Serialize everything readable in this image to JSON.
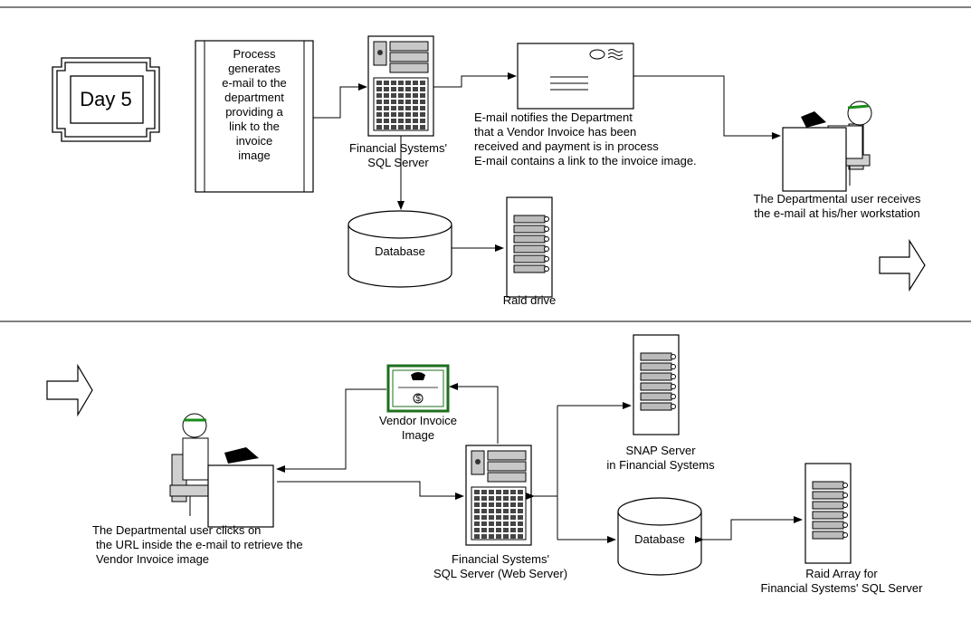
{
  "day_label": "Day 5",
  "top": {
    "process_box": [
      "Process",
      "generates",
      "e-mail to the",
      "department",
      "providing a",
      "link to the",
      "invoice",
      "image"
    ],
    "sql_server_label": [
      "Financial Systems'",
      "SQL Server"
    ],
    "email_note": [
      "E-mail notifies the Department",
      "that a Vendor Invoice has been",
      "received and payment is in process",
      "E-mail contains a link to the invoice image."
    ],
    "user_note": [
      "The Departmental user receives",
      "the e-mail at his/her workstation"
    ],
    "database_label": "Database",
    "raid_label": "Raid drive"
  },
  "bottom": {
    "invoice_label": [
      "Vendor Invoice",
      "Image"
    ],
    "user_note": [
      "The Departmental user clicks on",
      "the URL inside the e-mail to retrieve the",
      "Vendor Invoice image"
    ],
    "web_server_label": [
      "Financial Systems'",
      "SQL Server (Web Server)"
    ],
    "snap_label": [
      "SNAP Server",
      "in Financial Systems"
    ],
    "database_label": "Database",
    "raid_array_label": [
      "Raid Array for",
      "Financial Systems' SQL Server"
    ],
    "invoice_symbol": "$"
  }
}
